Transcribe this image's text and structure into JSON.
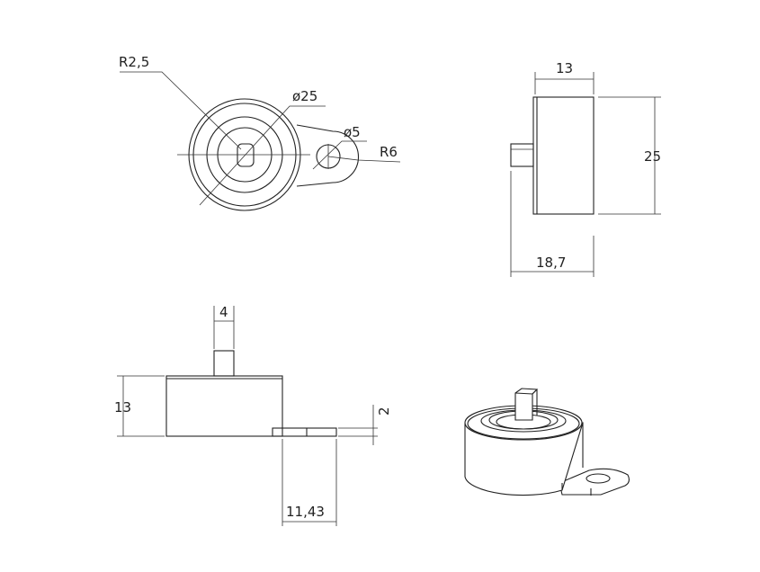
{
  "front_view": {
    "r_square": "R2,5",
    "dia_outer": "ø25",
    "dia_hole": "ø5",
    "r_ear": "R6"
  },
  "side_view": {
    "width": "13",
    "height": "25",
    "overall": "18,7"
  },
  "bottom_view": {
    "shaft": "4",
    "height": "13",
    "tab": "2",
    "hole_offset": "11,43"
  },
  "iso_view": {}
}
